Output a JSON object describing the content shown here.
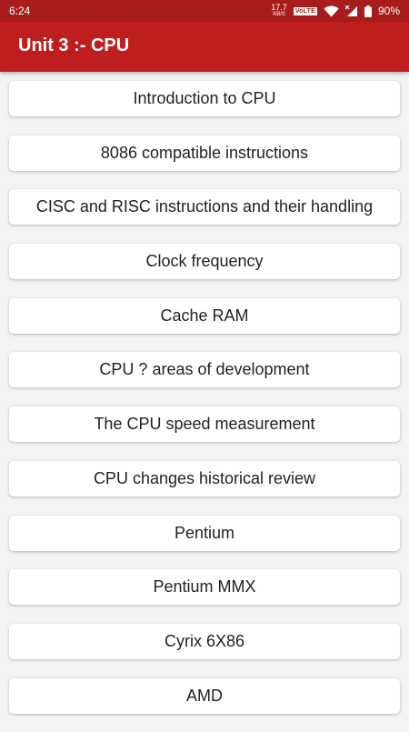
{
  "status_bar": {
    "time": "6:24",
    "net_speed_value": "17.7",
    "net_speed_unit": "KB/S",
    "volte": "VoLTE",
    "battery": "90%"
  },
  "app_bar": {
    "title": "Unit 3 :- CPU"
  },
  "topics": [
    "Introduction to CPU",
    "8086 compatible instructions",
    "CISC and RISC instructions and their handling",
    "Clock frequency",
    "Cache RAM",
    "CPU ? areas of development",
    "The CPU speed measurement",
    "CPU changes historical review",
    "Pentium",
    "Pentium MMX",
    "Cyrix 6X86",
    "AMD"
  ],
  "colors": {
    "status_bar": "#a81c1c",
    "app_bar": "#bf1e1e",
    "background": "#f3f3f3"
  },
  "icons": [
    "wifi-icon",
    "signal-icon",
    "battery-icon"
  ]
}
